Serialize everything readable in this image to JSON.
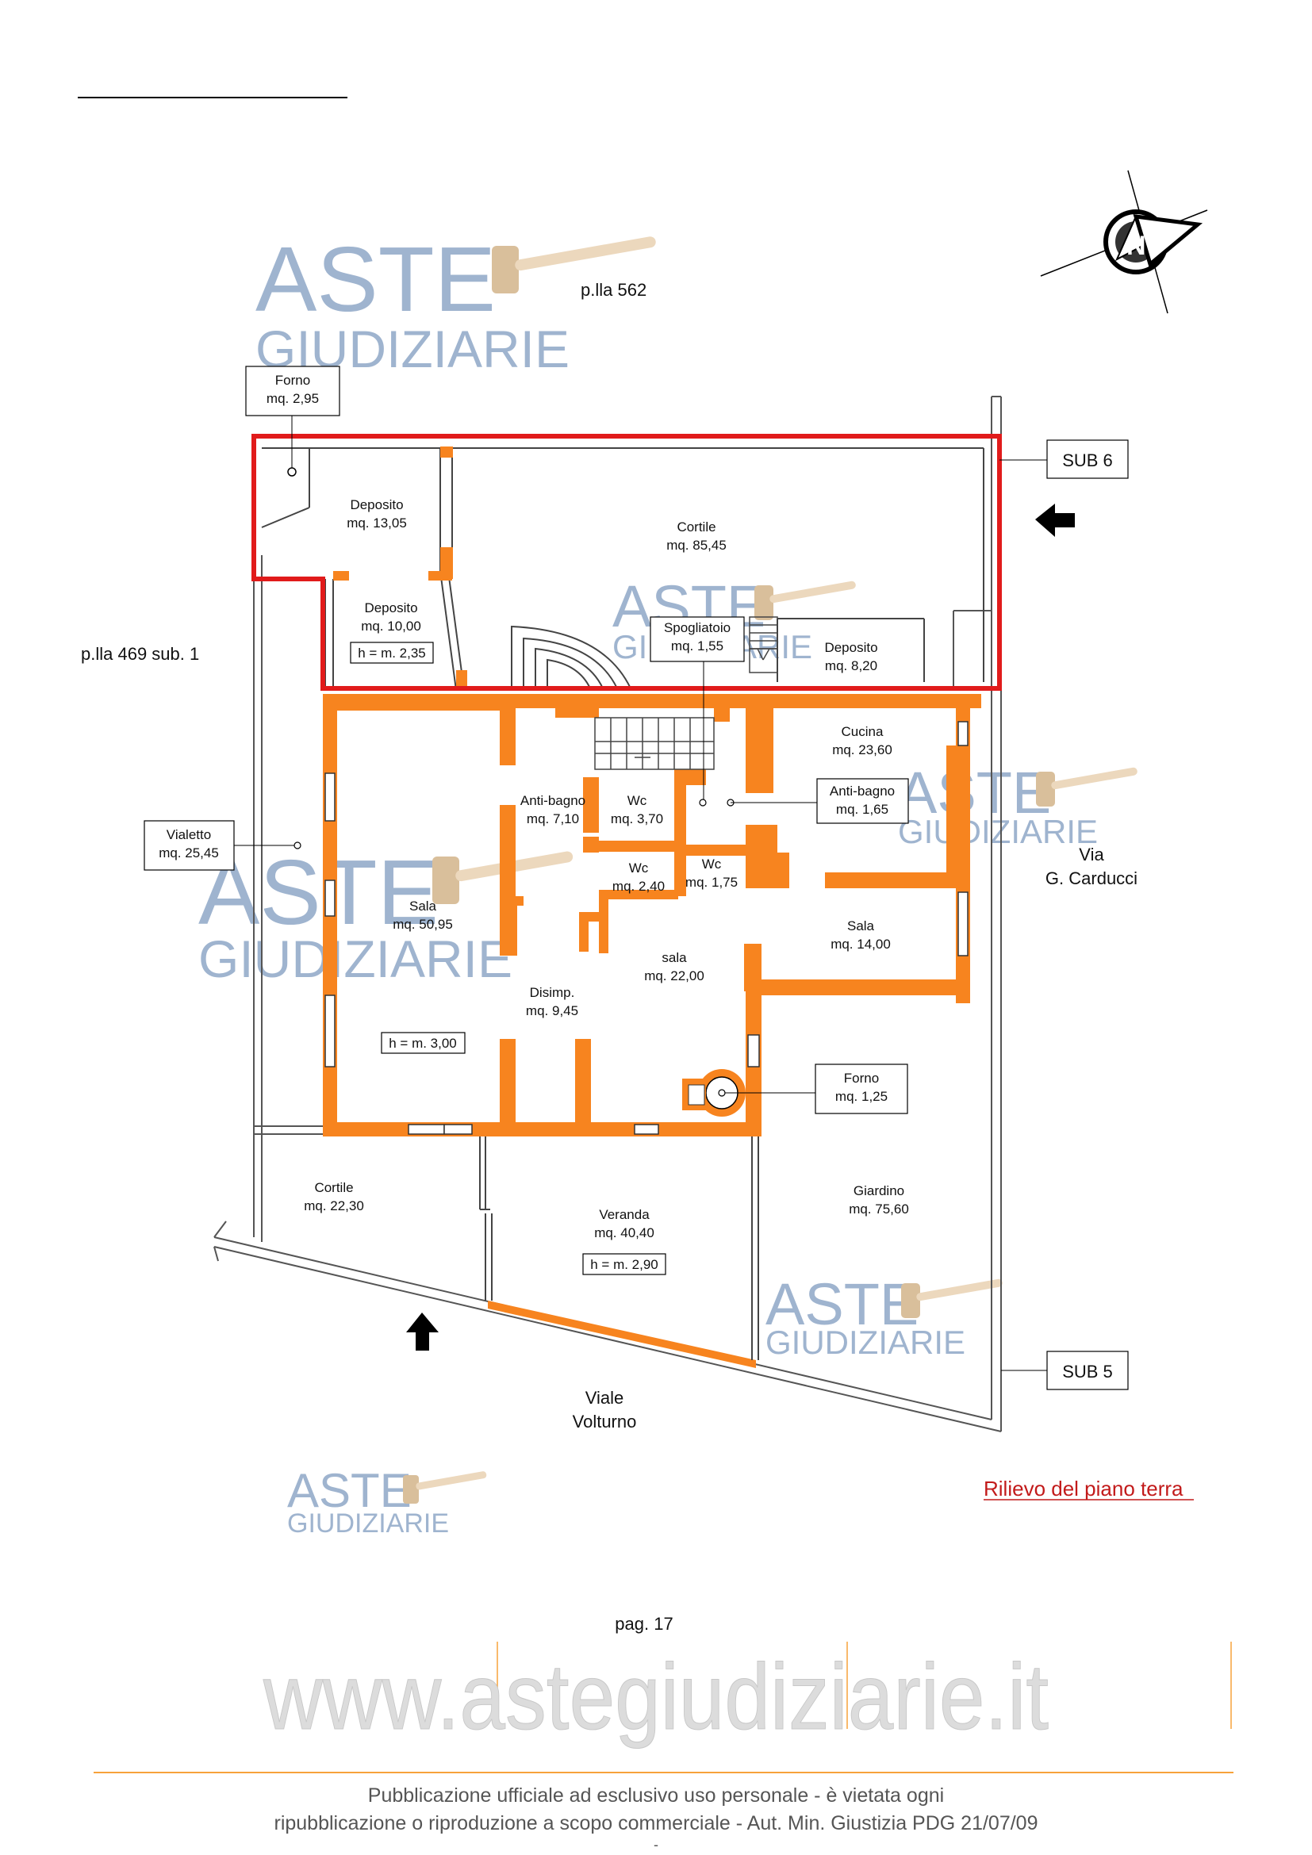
{
  "top_rule": "",
  "neighbors": {
    "north": "p.lla 562",
    "west": "p.lla 469 sub. 1",
    "east_line1": "Via",
    "east_line2": "G. Carducci",
    "south_line1": "Viale",
    "south_line2": "Volturno"
  },
  "sub_labels": {
    "sub6": "SUB 6",
    "sub5": "SUB 5"
  },
  "rooms": {
    "forno_top": {
      "name": "Forno",
      "area": "mq. 2,95"
    },
    "deposito_1": {
      "name": "Deposito",
      "area": "mq. 13,05"
    },
    "cortile_top": {
      "name": "Cortile",
      "area": "mq. 85,45"
    },
    "deposito_2": {
      "name": "Deposito",
      "area": "mq. 10,00",
      "height": "h = m. 2,35"
    },
    "spogliatoio": {
      "name": "Spogliatoio",
      "area": "mq. 1,55"
    },
    "deposito_3": {
      "name": "Deposito",
      "area": "mq. 8,20"
    },
    "cucina": {
      "name": "Cucina",
      "area": "mq. 23,60"
    },
    "antibagno_1": {
      "name": "Anti-bagno",
      "area": "mq. 7,10"
    },
    "wc_1": {
      "name": "Wc",
      "area": "mq. 3,70"
    },
    "antibagno_2": {
      "name": "Anti-bagno",
      "area": "mq. 1,65"
    },
    "wc_2": {
      "name": "Wc",
      "area": "mq. 2,40"
    },
    "wc_3": {
      "name": "Wc",
      "area": "mq. 1,75"
    },
    "vialetto": {
      "name": "Vialetto",
      "area": "mq. 25,45"
    },
    "sala_1": {
      "name": "Sala",
      "area": "mq. 50,95",
      "height": "h = m. 3,00"
    },
    "sala_2": {
      "name": "Sala",
      "area": "mq. 14,00"
    },
    "sala_3": {
      "name": "sala",
      "area": "mq. 22,00"
    },
    "disimp": {
      "name": "Disimp.",
      "area": "mq. 9,45"
    },
    "forno_2": {
      "name": "Forno",
      "area": "mq. 1,25"
    },
    "cortile_bottom": {
      "name": "Cortile",
      "area": "mq. 22,30"
    },
    "veranda": {
      "name": "Veranda",
      "area": "mq. 40,40",
      "height": "h = m. 2,90"
    },
    "giardino": {
      "name": "Giardino",
      "area": "mq. 75,60"
    }
  },
  "plan_title": "Rilievo del piano terra",
  "page_number": "pag. 17",
  "watermark": {
    "line1": "ASTE",
    "line2": "GIUDIZIARIE",
    "site": "www.astegiudiziarie.it"
  },
  "footer": {
    "line1": "Pubblicazione ufficiale ad esclusivo uso personale - è vietata ogni",
    "line2": "ripubblicazione o riproduzione a scopo commerciale - Aut. Min. Giustizia PDG 21/07/09",
    "line3": "-"
  },
  "colors": {
    "wall": "#f7841f",
    "highlight": "#e11b1b",
    "watermark": "#9fb4cf",
    "title": "#c21a1a"
  },
  "icons": [
    "north-compass-icon",
    "arrow-left-icon",
    "arrow-up-icon",
    "gavel-icon"
  ]
}
